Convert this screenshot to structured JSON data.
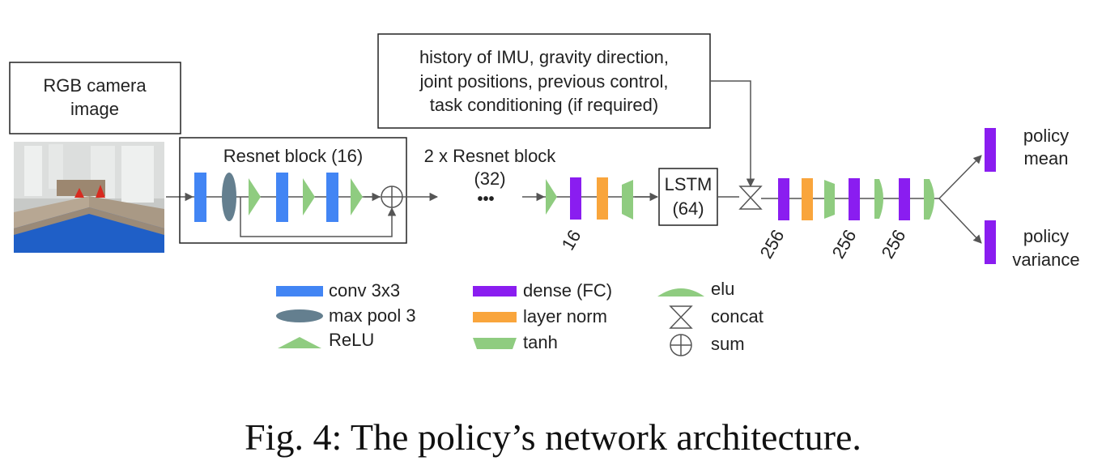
{
  "input_box": {
    "line1": "RGB camera",
    "line2": "image"
  },
  "camera_image": {
    "description_icon": "camera-scene-icon"
  },
  "resnet_block": {
    "title": "Resnet block (16)"
  },
  "resnet_repeat": {
    "line1": "2 x Resnet block",
    "line2": "(32)",
    "ellipsis": "•••"
  },
  "proprio_box": {
    "line1": "history of IMU, gravity direction,",
    "line2": "joint positions, previous control,",
    "line3": "task conditioning (if required)"
  },
  "dense_16_label": "16",
  "lstm": {
    "line1": "LSTM",
    "line2": "(64)"
  },
  "dense_labels": [
    "256",
    "256",
    "256"
  ],
  "outputs": {
    "mean": {
      "line1": "policy",
      "line2": "mean"
    },
    "variance": {
      "line1": "policy",
      "line2": "variance"
    }
  },
  "legend": {
    "conv": "conv 3x3",
    "maxpool": "max pool 3",
    "relu": "ReLU",
    "dense": "dense (FC)",
    "layernorm": "layer norm",
    "tanh": "tanh",
    "elu": "elu",
    "concat": "concat",
    "sum": "sum"
  },
  "colors": {
    "conv": "#4285f4",
    "maxpool": "#647f8f",
    "relu": "#8fcc80",
    "dense": "#8a1df0",
    "layernorm": "#f9a53c",
    "green": "#8fcc80",
    "line": "#555555"
  },
  "caption": "Fig. 4: The policy’s network architecture."
}
